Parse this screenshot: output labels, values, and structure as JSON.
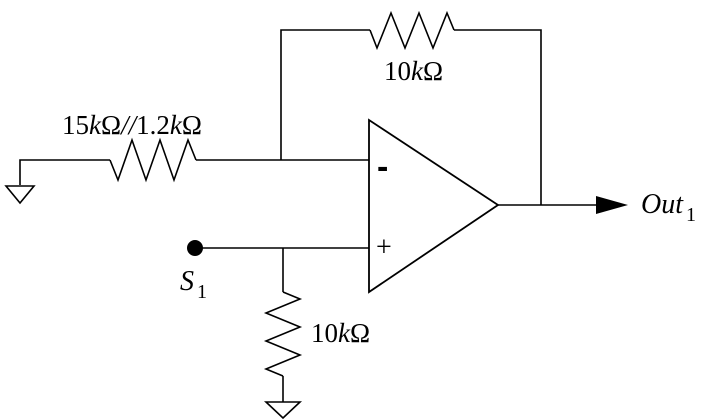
{
  "labels": {
    "r_in": {
      "n1": "15",
      "k1": "k",
      "o1": "Ω",
      "sep": "//",
      "n2": "1.2",
      "k2": "k",
      "o2": "Ω"
    },
    "r_fb": {
      "n": "10",
      "k": "k",
      "o": "Ω"
    },
    "r_gnd": {
      "n": "10",
      "k": "k",
      "o": "Ω"
    },
    "minus": "-",
    "plus": "+",
    "source": {
      "main": "S",
      "sub": "1"
    },
    "output": {
      "main": "Out",
      "sub": "1"
    }
  },
  "colors": {
    "line": "#000000",
    "background": "#ffffff"
  }
}
